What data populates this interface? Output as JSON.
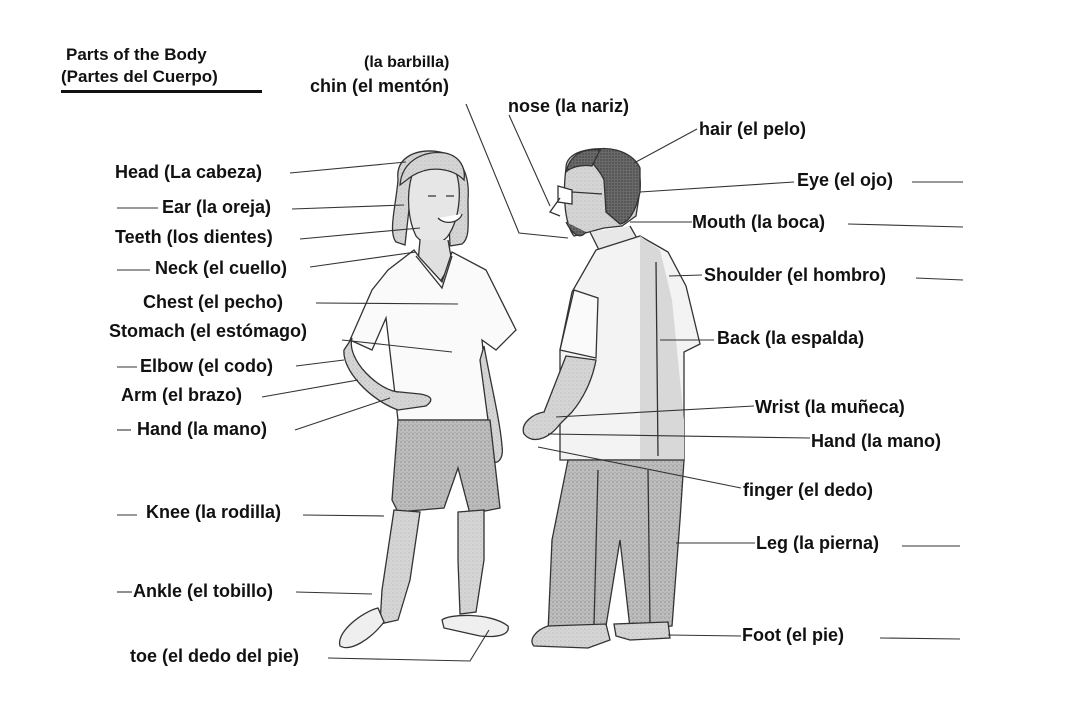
{
  "title": {
    "english": "Parts of the Body",
    "spanish": "(Partes del Cuerpo)"
  },
  "figures": {
    "woman": "woman-figure",
    "man": "man-figure"
  },
  "labels_left": [
    {
      "id": "head",
      "text": "Head (La cabeza)"
    },
    {
      "id": "ear",
      "text": "Ear (la oreja)"
    },
    {
      "id": "teeth",
      "text": "Teeth (los dientes)"
    },
    {
      "id": "neck",
      "text": "Neck (el cuello)"
    },
    {
      "id": "chest",
      "text": "Chest (el pecho)"
    },
    {
      "id": "stomach",
      "text": "Stomach (el estómago)"
    },
    {
      "id": "elbow",
      "text": "Elbow (el codo)"
    },
    {
      "id": "arm",
      "text": "Arm (el brazo)"
    },
    {
      "id": "hand-left",
      "text": "Hand (la mano)"
    },
    {
      "id": "knee",
      "text": "Knee (la rodilla)"
    },
    {
      "id": "ankle",
      "text": "Ankle (el tobillo)"
    },
    {
      "id": "toe",
      "text": "toe (el dedo del pie)"
    }
  ],
  "labels_top": [
    {
      "id": "chin-alt",
      "text": "(la barbilla)"
    },
    {
      "id": "chin",
      "text": "chin (el mentón)"
    },
    {
      "id": "nose",
      "text": "nose (la nariz)"
    }
  ],
  "labels_right": [
    {
      "id": "hair",
      "text": "hair (el pelo)"
    },
    {
      "id": "eye",
      "text": "Eye (el ojo)"
    },
    {
      "id": "mouth",
      "text": "Mouth (la boca)"
    },
    {
      "id": "shoulder",
      "text": "Shoulder (el hombro)"
    },
    {
      "id": "back",
      "text": "Back (la espalda)"
    },
    {
      "id": "wrist",
      "text": "Wrist (la muñeca)"
    },
    {
      "id": "hand-right",
      "text": "Hand (la mano)"
    },
    {
      "id": "finger",
      "text": "finger (el dedo)"
    },
    {
      "id": "leg",
      "text": "Leg (la pierna)"
    },
    {
      "id": "foot",
      "text": "Foot (el pie)"
    }
  ],
  "colors": {
    "text": "#111111",
    "line": "#333333",
    "shade_light": "#e2e2e2",
    "shade_mid": "#c4c4c4",
    "shade_dark": "#555555"
  }
}
